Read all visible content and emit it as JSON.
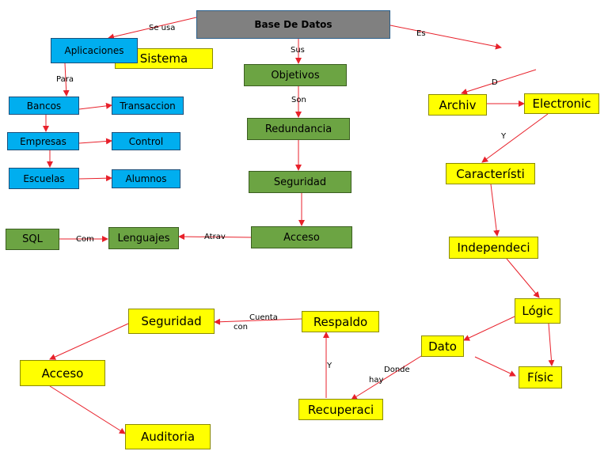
{
  "colors": {
    "edge": "#e8212b",
    "gray": "#808080",
    "blue": "#00aeef",
    "green": "#6ca443",
    "yellow": "#ffff00"
  },
  "nodes": {
    "base_de_datos": "Base De Datos",
    "sistema": "Sistema",
    "aplicaciones": "Aplicaciones",
    "bancos": "Bancos",
    "transaccion": "Transaccion",
    "empresas": "Empresas",
    "control": "Control",
    "escuelas": "Escuelas",
    "alumnos": "Alumnos",
    "objetivos": "Objetivos",
    "redundancia": "Redundancia",
    "seguridad_green": "Seguridad",
    "acceso_green": "Acceso",
    "lenguajes": "Lenguajes",
    "sql": "SQL",
    "archiv": "Archiv",
    "electronic": "Electronic",
    "caracteristi": "Característi",
    "independeci": "Independeci",
    "logic": "Lógic",
    "dato": "Dato",
    "fisic": "Físic",
    "respaldo": "Respaldo",
    "recuperaci": "Recuperaci",
    "seguridad_yellow": "Seguridad",
    "acceso_yellow": "Acceso",
    "auditoria": "Auditoria"
  },
  "edge_labels": {
    "se_usa": "Se usa",
    "sus": "Sus",
    "es": "Es",
    "para": "Para",
    "son": "Son",
    "d": "D",
    "y1": "Y",
    "atrav": "Atrav",
    "com": "Com",
    "cuenta": "Cuenta",
    "con": "con",
    "y2": "Y",
    "donde": "Donde",
    "hay": "hay"
  }
}
